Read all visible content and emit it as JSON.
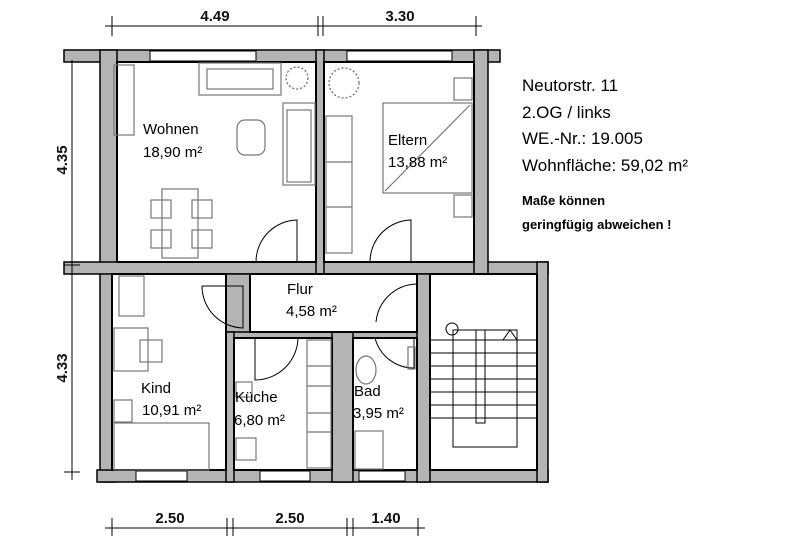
{
  "dimensions": {
    "top": [
      "4.49",
      "3.30"
    ],
    "left": [
      "4.35",
      "4.33"
    ],
    "bottom": [
      "2.50",
      "2.50",
      "1.40"
    ]
  },
  "rooms": [
    {
      "name": "Wohnen",
      "area": "18,90 m²"
    },
    {
      "name": "Eltern",
      "area": "13,88 m²"
    },
    {
      "name": "Flur",
      "area": "4,58 m²"
    },
    {
      "name": "Kind",
      "area": "10,91 m²"
    },
    {
      "name": "Küche",
      "area": "6,80 m²"
    },
    {
      "name": "Bad",
      "area": "3,95 m²"
    }
  ],
  "info": {
    "street": "Neutorstr. 11",
    "floor": "2.OG / links",
    "unit": "WE.-Nr.: 19.005",
    "living_area": "Wohnfläche: 59,02 m²",
    "note_line1": "Maße können",
    "note_line2": "geringfügig abweichen !"
  },
  "colors": {
    "wall": "#b4b4b4",
    "furniture": "#777777"
  }
}
